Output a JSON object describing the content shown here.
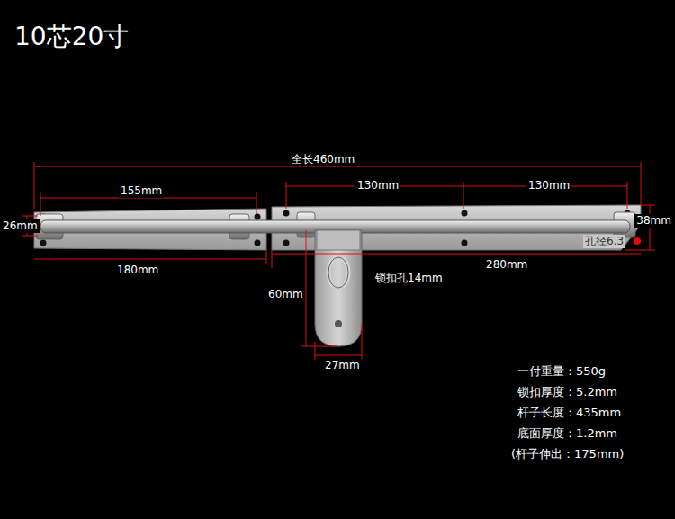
{
  "diagram": {
    "title": "10芯20寸",
    "labels": [
      "全长460mm",
      "155mm",
      "130mm",
      "130mm",
      "26mm",
      "38mm",
      "孔径6.3",
      "180mm",
      "280mm",
      "锁扣孔14mm",
      "60mm",
      "27mm",
      "一付重量：550g",
      "锁扣厚度：5.2mm",
      "杆子长度：435mm",
      "底面厚度：1.2mm",
      "(杆子伸出：175mm)"
    ]
  }
}
